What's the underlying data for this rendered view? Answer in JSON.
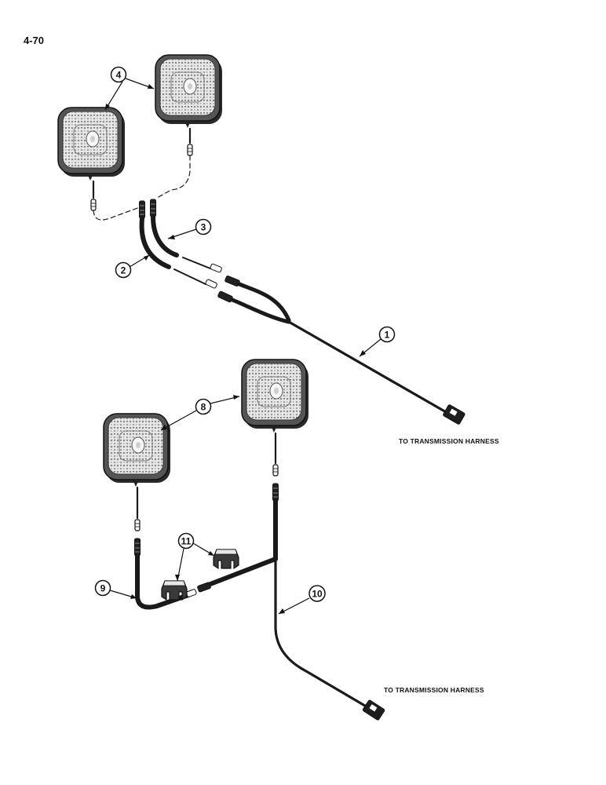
{
  "page": {
    "number": "4-70"
  },
  "callouts": {
    "c1": "1",
    "c2": "2",
    "c3": "3",
    "c4": "4",
    "c8": "8",
    "c9": "9",
    "c10": "10",
    "c11": "11"
  },
  "notes": {
    "upper": "TO TRANSMISSION HARNESS",
    "lower": "TO TRANSMISSION HARNESS"
  }
}
